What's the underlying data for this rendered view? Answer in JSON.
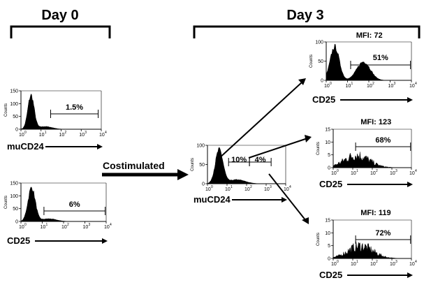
{
  "figure": {
    "day0_label": "Day 0",
    "day3_label": "Day 3",
    "costimulated_label": "Costimulated",
    "colors": {
      "ink": "#000000",
      "background": "#ffffff"
    }
  },
  "chart_data": [
    {
      "id": "day0-mucd24",
      "type": "histogram",
      "xscale": "log",
      "xlim": [
        1,
        10000
      ],
      "ylim": [
        0,
        150
      ],
      "yticks": [
        0,
        50,
        100,
        150
      ],
      "ylabel": "Counts",
      "xlabel": "muCD24",
      "gate": {
        "label": "1.5%",
        "range": [
          30,
          7000
        ]
      },
      "peak_log": 0.5,
      "spread": 0.22,
      "tail": 0.08,
      "tail_peak_log": 1.2,
      "tail_spread": 0.5
    },
    {
      "id": "day0-cd25",
      "type": "histogram",
      "xscale": "log",
      "xlim": [
        1,
        10000
      ],
      "ylim": [
        0,
        150
      ],
      "yticks": [
        0,
        50,
        100,
        150
      ],
      "ylabel": "Counts",
      "xlabel": "CD25",
      "gate": {
        "label": "6%",
        "range": [
          12,
          9000
        ]
      },
      "peak_log": 0.5,
      "spread": 0.24,
      "tail": 0.08,
      "tail_peak_log": 1.3,
      "tail_spread": 0.5
    },
    {
      "id": "day3-mucd24",
      "type": "histogram",
      "xscale": "log",
      "xlim": [
        1,
        10000
      ],
      "ylim": [
        0,
        100
      ],
      "yticks": [
        0,
        50,
        100
      ],
      "ylabel": "Counts",
      "xlabel": "muCD24",
      "gates": [
        {
          "label": "10%",
          "range": [
            12,
            140
          ]
        },
        {
          "label": "4%",
          "range": [
            140,
            1800
          ]
        }
      ],
      "peak_log": 0.6,
      "spread": 0.28,
      "tail": 0.12,
      "tail_peak_log": 1.5,
      "tail_spread": 0.6
    },
    {
      "id": "day3-cd25-top",
      "type": "histogram",
      "xscale": "log",
      "xlim": [
        1,
        10000
      ],
      "ylim": [
        0,
        100
      ],
      "yticks": [
        0,
        50,
        100
      ],
      "ylabel": "Counts",
      "xlabel": "CD25",
      "title": "MFI: 72",
      "gate": {
        "label": "51%",
        "range": [
          14,
          9000
        ]
      },
      "peak_log": 0.4,
      "spread": 0.3,
      "tail": 0.55,
      "tail_peak_log": 1.75,
      "tail_spread": 0.45
    },
    {
      "id": "day3-cd25-middle",
      "type": "histogram",
      "xscale": "log",
      "xlim": [
        1,
        10000
      ],
      "ylim": [
        0,
        15
      ],
      "yticks": [
        0,
        5,
        10,
        15
      ],
      "ylabel": "Counts",
      "xlabel": "CD25",
      "title": "MFI: 123",
      "gate": {
        "label": "68%",
        "range": [
          14,
          9000
        ]
      },
      "peak_log": 1.2,
      "spread": 0.9,
      "tail": 0.0,
      "tail_peak_log": 2.0,
      "tail_spread": 0.5
    },
    {
      "id": "day3-cd25-bottom",
      "type": "histogram",
      "xscale": "log",
      "xlim": [
        1,
        10000
      ],
      "ylim": [
        0,
        15
      ],
      "yticks": [
        0,
        5,
        10,
        15
      ],
      "ylabel": "Counts",
      "xlabel": "CD25",
      "title": "MFI: 119",
      "gate": {
        "label": "72%",
        "range": [
          14,
          9000
        ]
      },
      "peak_log": 1.4,
      "spread": 0.9,
      "tail": 0.0,
      "tail_peak_log": 2.0,
      "tail_spread": 0.5
    }
  ]
}
